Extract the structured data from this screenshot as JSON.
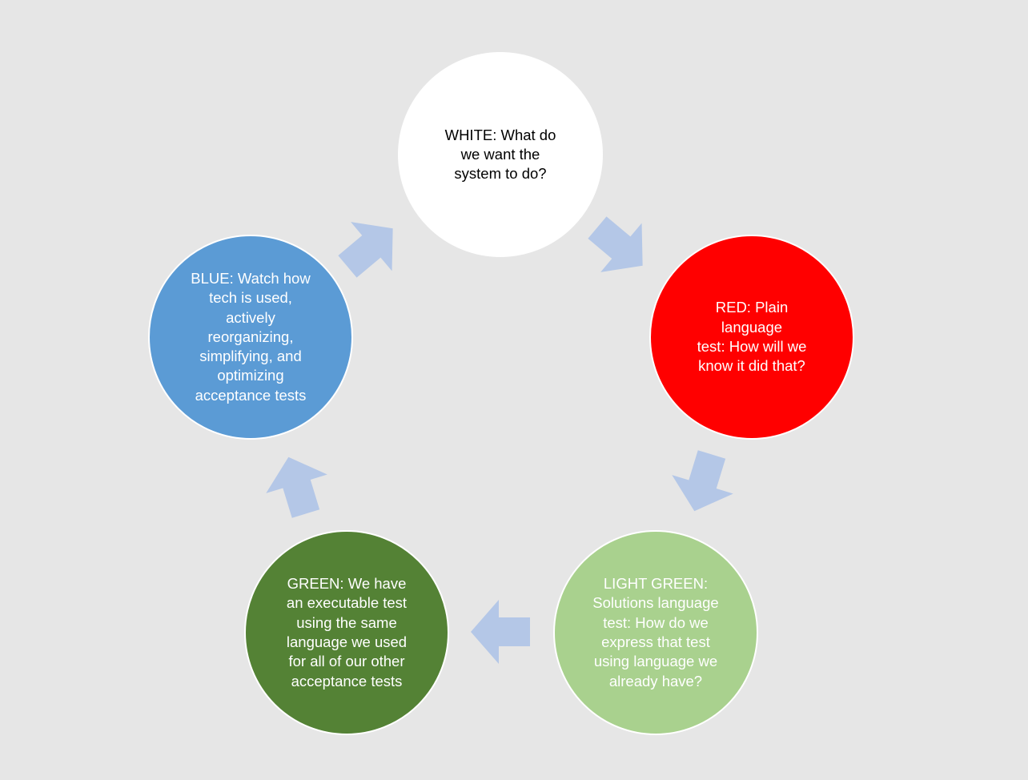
{
  "diagram": {
    "nodes": [
      {
        "id": "white",
        "label": "WHITE: What do\nwe want the\nsystem to do?",
        "fill": "#ffffff",
        "text_color": "#000000"
      },
      {
        "id": "red",
        "label": "RED: Plain language\ntest: How will we\nknow it did that?",
        "fill": "#ff0000",
        "text_color": "#ffffff"
      },
      {
        "id": "light-green",
        "label": "LIGHT GREEN:\nSolutions language\ntest: How do we\nexpress that test\nusing language we\nalready have?",
        "fill": "#a9d18e",
        "text_color": "#ffffff"
      },
      {
        "id": "green",
        "label": "GREEN: We have\nan executable test\nusing the same\nlanguage we used\nfor all of our other\nacceptance tests",
        "fill": "#548235",
        "text_color": "#ffffff"
      },
      {
        "id": "blue",
        "label": "BLUE: Watch how\ntech is used,\nactively\nreorganizing,\nsimplifying, and\noptimizing\nacceptance tests",
        "fill": "#5b9bd5",
        "text_color": "#ffffff"
      }
    ],
    "edges": [
      {
        "from": "white",
        "to": "red"
      },
      {
        "from": "red",
        "to": "light-green"
      },
      {
        "from": "light-green",
        "to": "green"
      },
      {
        "from": "green",
        "to": "blue"
      },
      {
        "from": "blue",
        "to": "white"
      }
    ],
    "arrow_color": "#b4c7e7",
    "background": "#e6e6e6"
  }
}
